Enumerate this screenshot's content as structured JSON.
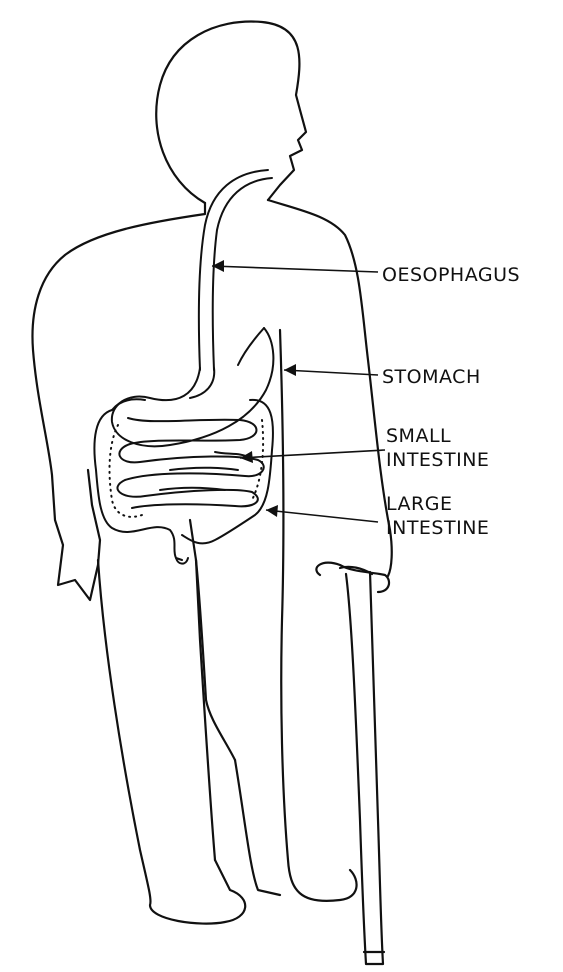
{
  "labels": {
    "oesophagus": "OESOPHAGUS",
    "stomach": "STOMACH",
    "small_intestine_line1": "SMALL",
    "small_intestine_line2": "INTESTINE",
    "large_intestine_line1": "LARGE",
    "large_intestine_line2": "INTESTINE"
  }
}
